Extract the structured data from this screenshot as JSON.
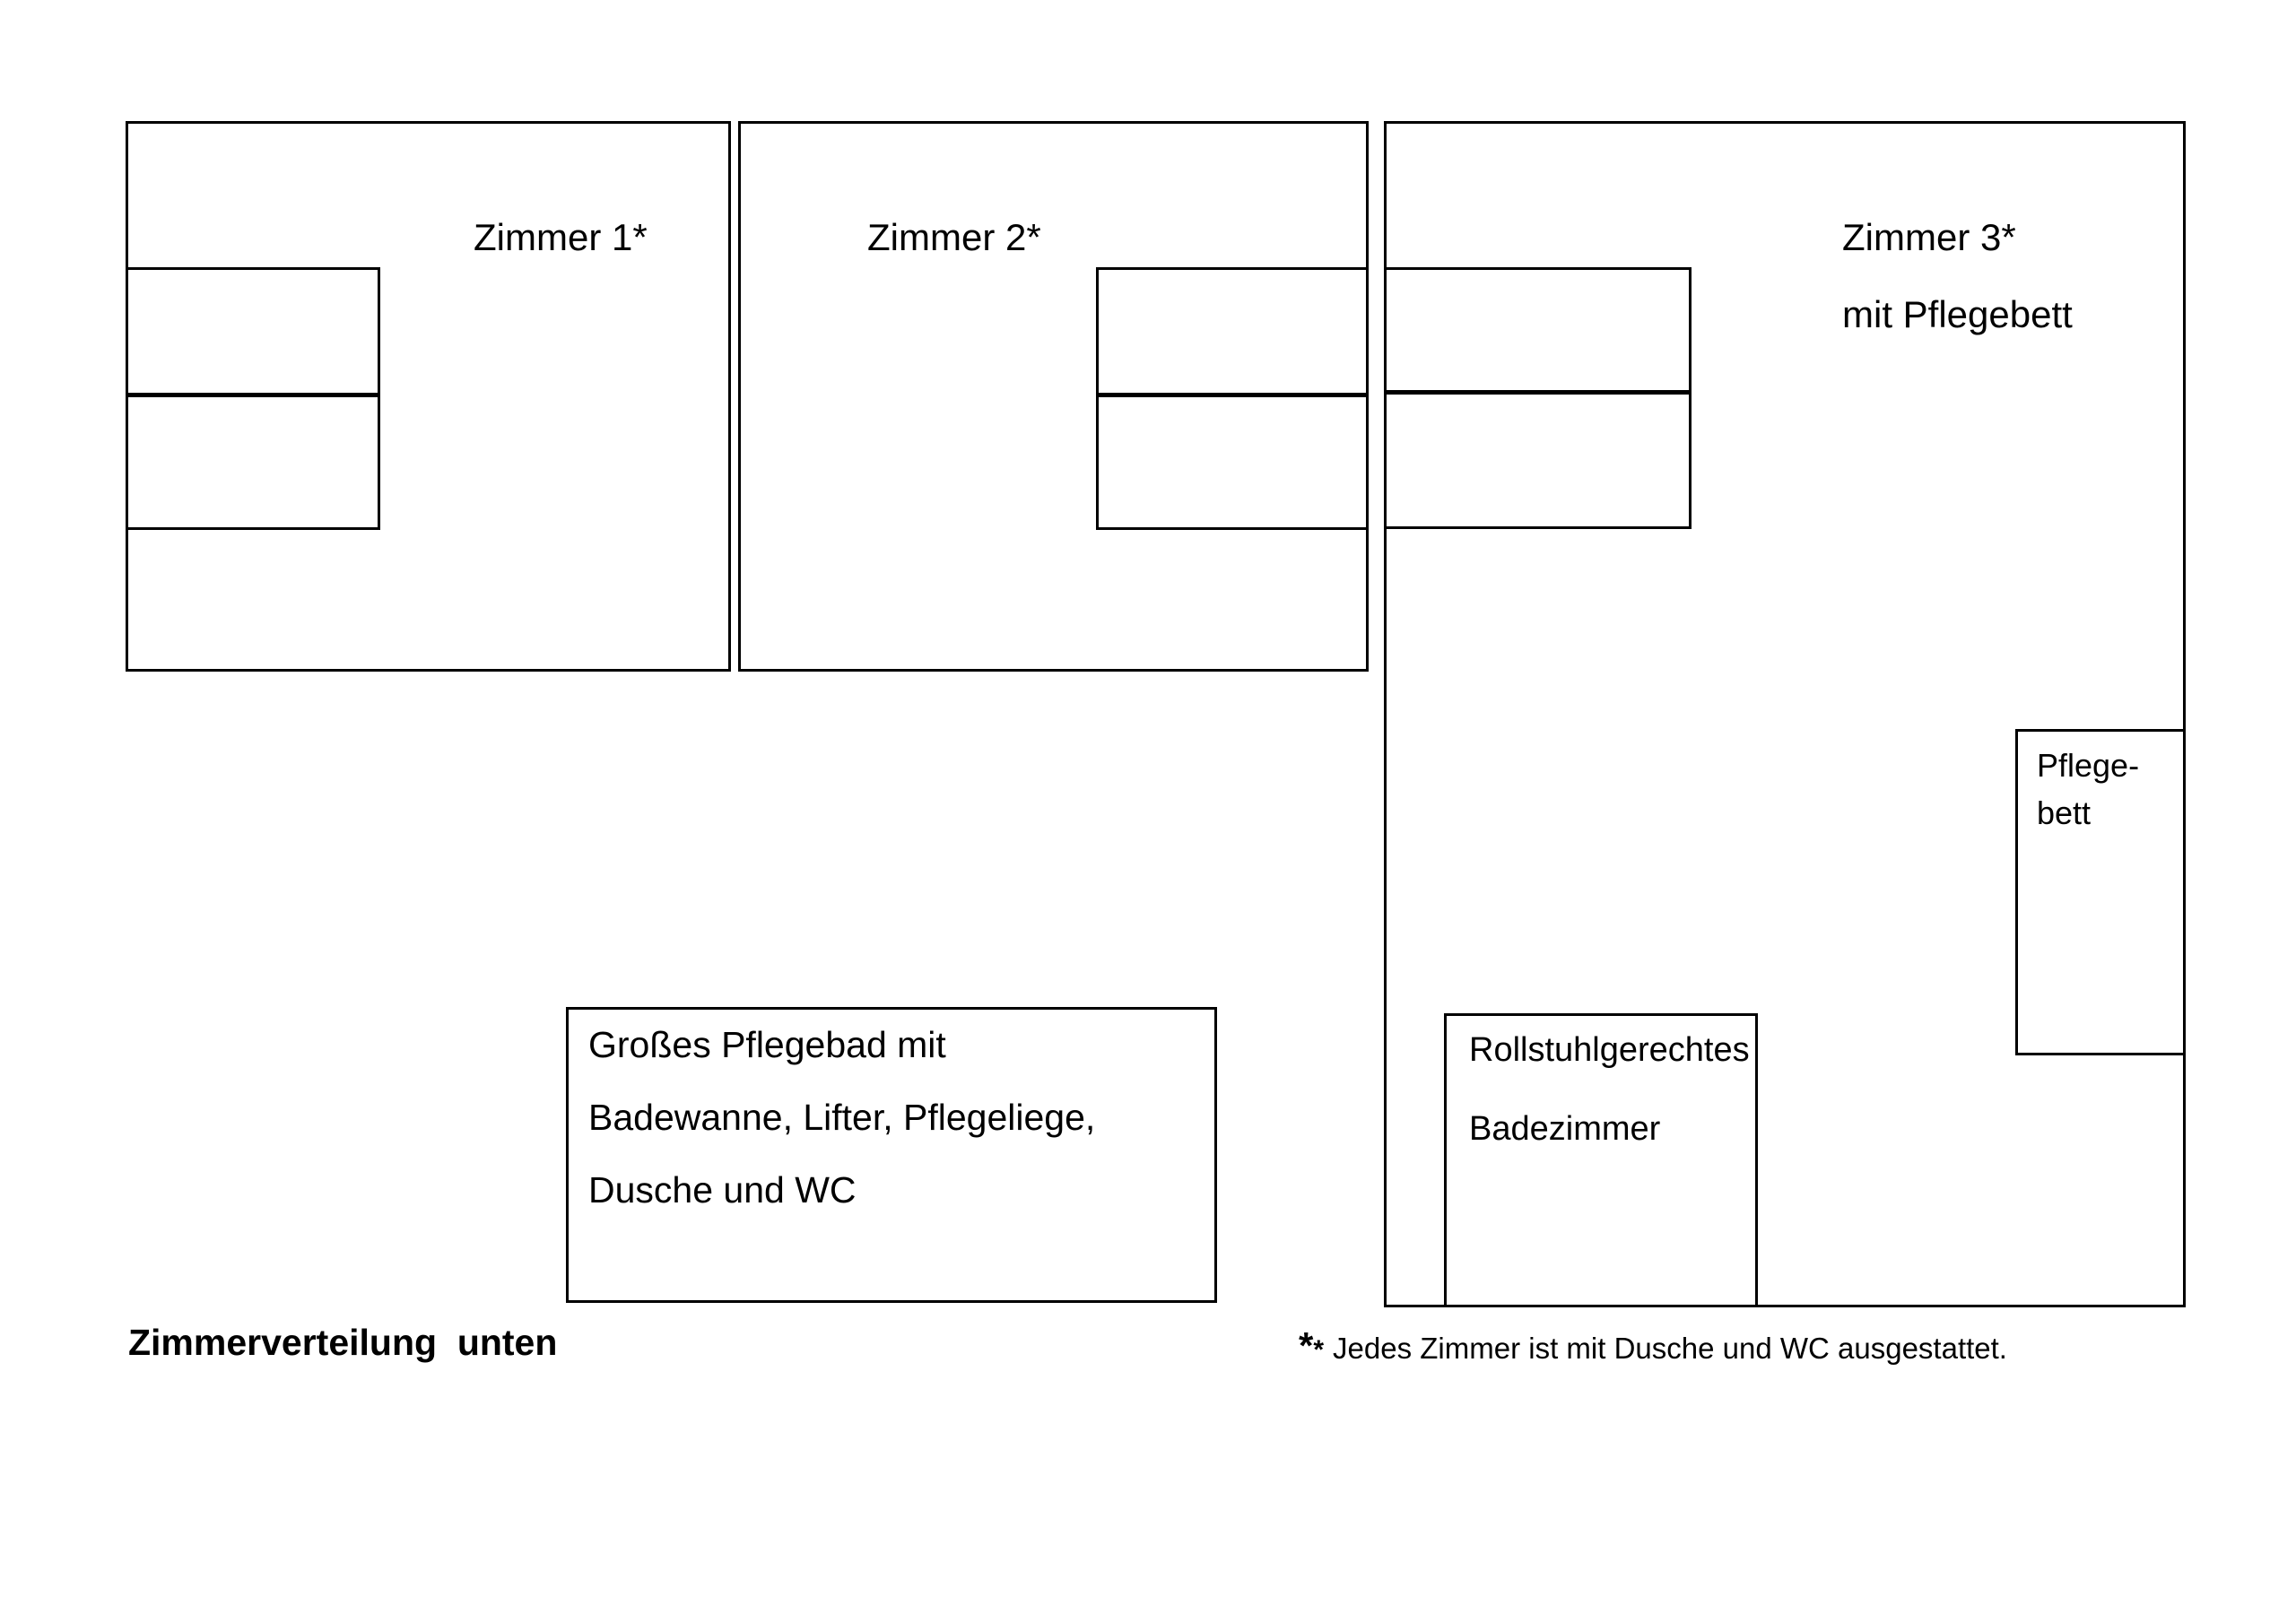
{
  "colors": {
    "background": "#ffffff",
    "line": "#000000",
    "text": "#000000"
  },
  "rooms": {
    "zimmer1": {
      "label": "Zimmer 1*"
    },
    "zimmer2": {
      "label": "Zimmer 2*"
    },
    "zimmer3": {
      "label": "Zimmer 3*",
      "sublabel": "mit Pflegebett"
    }
  },
  "annotations": {
    "pflegebett": {
      "lines": [
        "Pflege-",
        "bett"
      ]
    },
    "rollstuhl_badezimmer": {
      "lines": [
        "Rollstuhlgerechtes",
        "Badezimmer"
      ]
    },
    "grosses_pflegebad": {
      "lines": [
        "Großes Pflegebad mit",
        "Badewanne, Lifter, Pflegeliege,",
        "Dusche und WC"
      ]
    }
  },
  "captions": {
    "title": "Zimmerverteilung  unten",
    "footnote": {
      "star_large": "*",
      "star_small": "*",
      "text": "Jedes Zimmer ist mit Dusche und WC ausgestattet."
    }
  }
}
